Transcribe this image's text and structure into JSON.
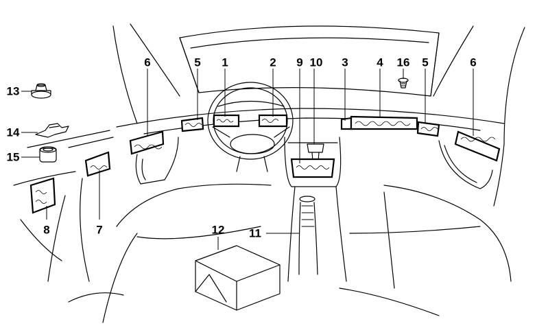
{
  "figure": {
    "callouts": [
      {
        "id": "c1",
        "label": "1"
      },
      {
        "id": "c2",
        "label": "2"
      },
      {
        "id": "c3",
        "label": "3"
      },
      {
        "id": "c4",
        "label": "4"
      },
      {
        "id": "c5a",
        "label": "5"
      },
      {
        "id": "c5b",
        "label": "5"
      },
      {
        "id": "c6a",
        "label": "6"
      },
      {
        "id": "c6b",
        "label": "6"
      },
      {
        "id": "c7",
        "label": "7"
      },
      {
        "id": "c8",
        "label": "8"
      },
      {
        "id": "c9",
        "label": "9"
      },
      {
        "id": "c10",
        "label": "10"
      },
      {
        "id": "c11",
        "label": "11"
      },
      {
        "id": "c12",
        "label": "12"
      },
      {
        "id": "c13",
        "label": "13"
      },
      {
        "id": "c14",
        "label": "14"
      },
      {
        "id": "c15",
        "label": "15"
      },
      {
        "id": "c16",
        "label": "16"
      }
    ]
  }
}
